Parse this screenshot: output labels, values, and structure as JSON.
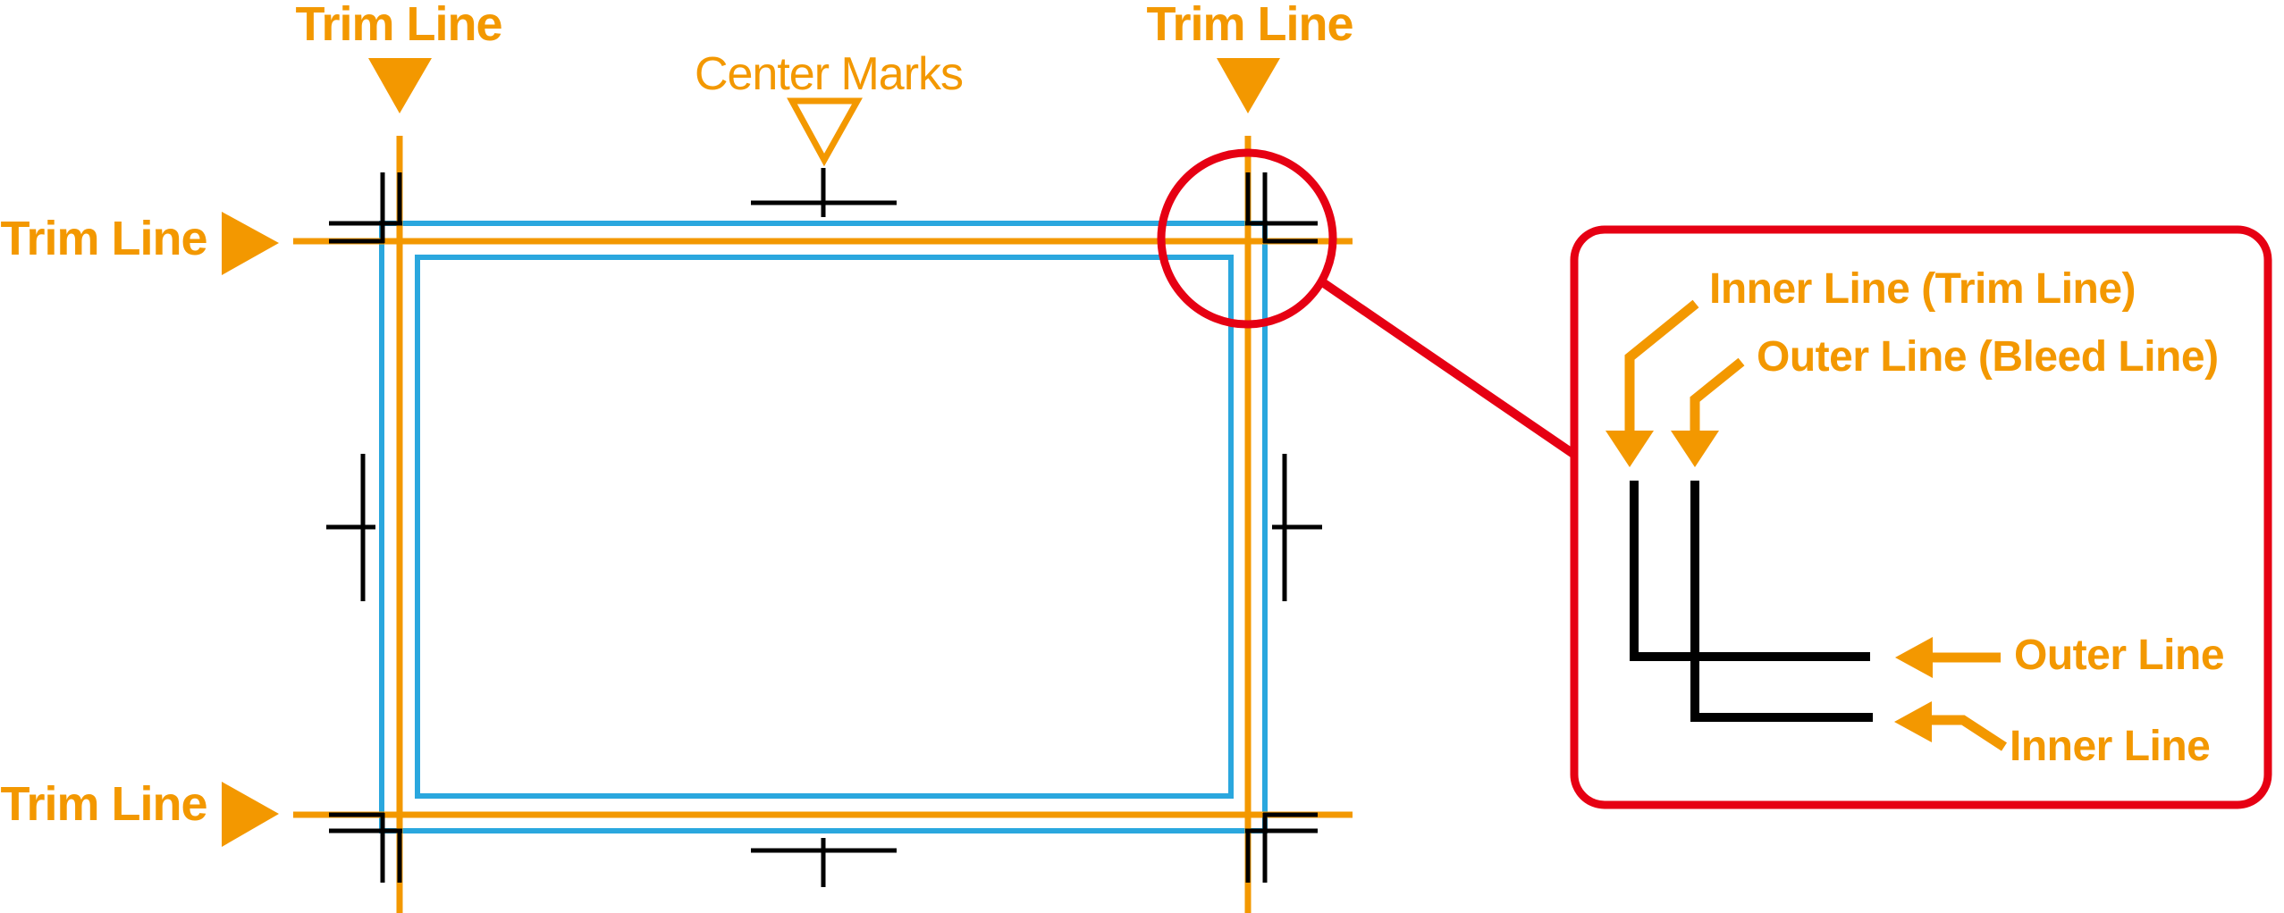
{
  "labels": {
    "trim_line_top_left": "Trim Line",
    "trim_line_top_right": "Trim Line",
    "trim_line_left": "Trim Line",
    "trim_line_bottom_left": "Trim Line",
    "center_marks": "Center Marks"
  },
  "callout": {
    "inner_line_trim": "Inner Line (Trim Line)",
    "outer_line_bleed": "Outer Line (Bleed Line)",
    "outer_line": "Outer Line",
    "inner_line": "Inner Line"
  },
  "colors": {
    "orange": "#F39800",
    "blue": "#2AA7DE",
    "red": "#E60013",
    "black": "#000000",
    "background": "#FFFFFF"
  }
}
